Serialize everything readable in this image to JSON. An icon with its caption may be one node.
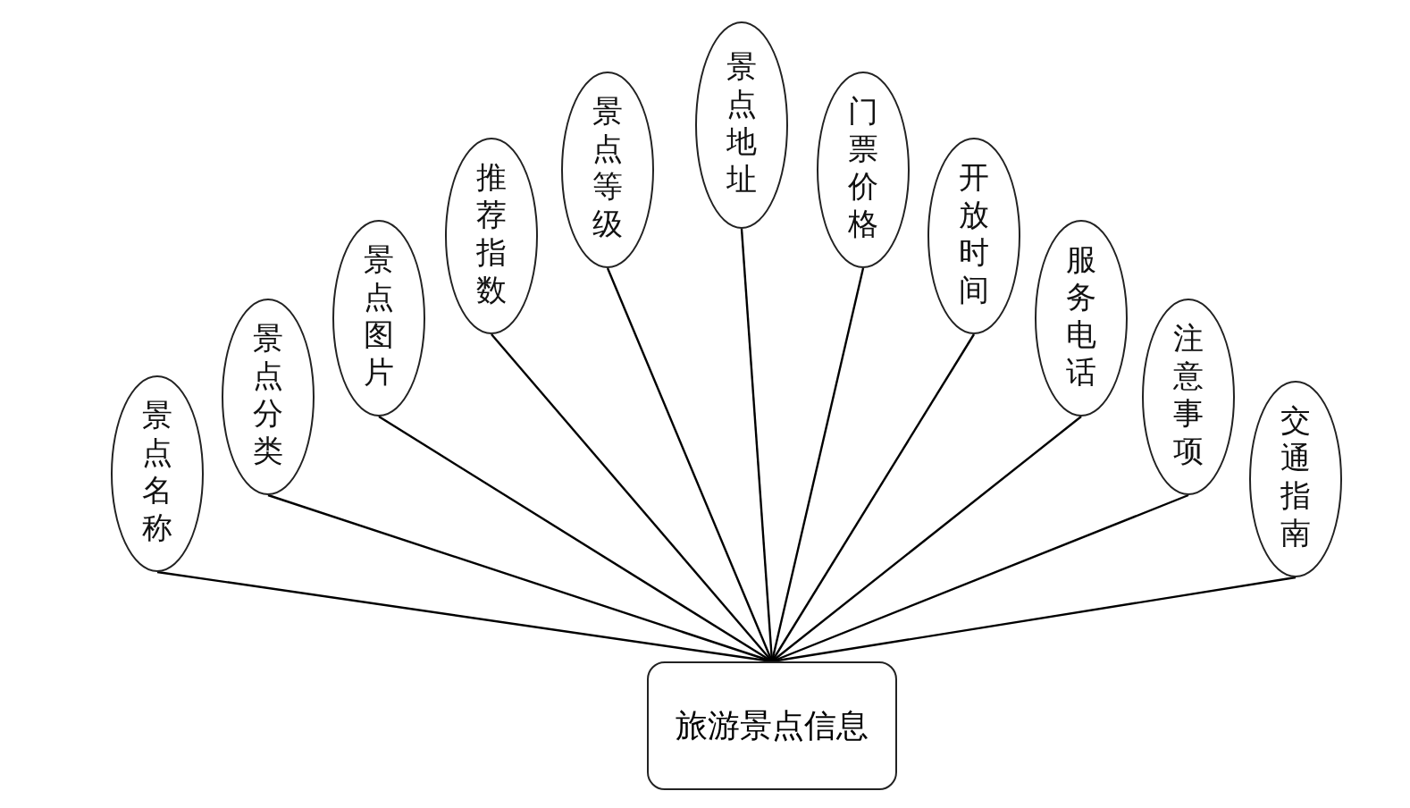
{
  "diagram": {
    "nodes": [
      {
        "text": [
          "旅游景点信息"
        ]
      },
      {
        "text": [
          "景点名称"
        ]
      },
      {
        "text": [
          "景点分类"
        ]
      },
      {
        "text": [
          "景点图片"
        ]
      },
      {
        "text": [
          "推荐指数"
        ]
      },
      {
        "text": [
          "景点等级"
        ]
      },
      {
        "text": [
          "景点地址"
        ]
      },
      {
        "text": [
          "门票价格"
        ]
      },
      {
        "text": [
          "开放时间"
        ]
      },
      {
        "text": [
          "服务电话"
        ]
      },
      {
        "text": [
          "注意事项"
        ]
      },
      {
        "text": [
          "交通指南"
        ]
      }
    ],
    "edges": [
      {
        "from": 1,
        "to": 0,
        "arrow": "none"
      },
      {
        "from": 2,
        "to": 0,
        "arrow": "none"
      },
      {
        "from": 3,
        "to": 0,
        "arrow": "none"
      },
      {
        "from": 4,
        "to": 0,
        "arrow": "none"
      },
      {
        "from": 5,
        "to": 0,
        "arrow": "none"
      },
      {
        "from": 6,
        "to": 0,
        "arrow": "none"
      },
      {
        "from": 7,
        "to": 0,
        "arrow": "none"
      },
      {
        "from": 8,
        "to": 0,
        "arrow": "none"
      },
      {
        "from": 9,
        "to": 0,
        "arrow": "none"
      },
      {
        "from": 10,
        "to": 0,
        "arrow": "none"
      },
      {
        "from": 11,
        "to": 0,
        "arrow": "none"
      }
    ]
  }
}
